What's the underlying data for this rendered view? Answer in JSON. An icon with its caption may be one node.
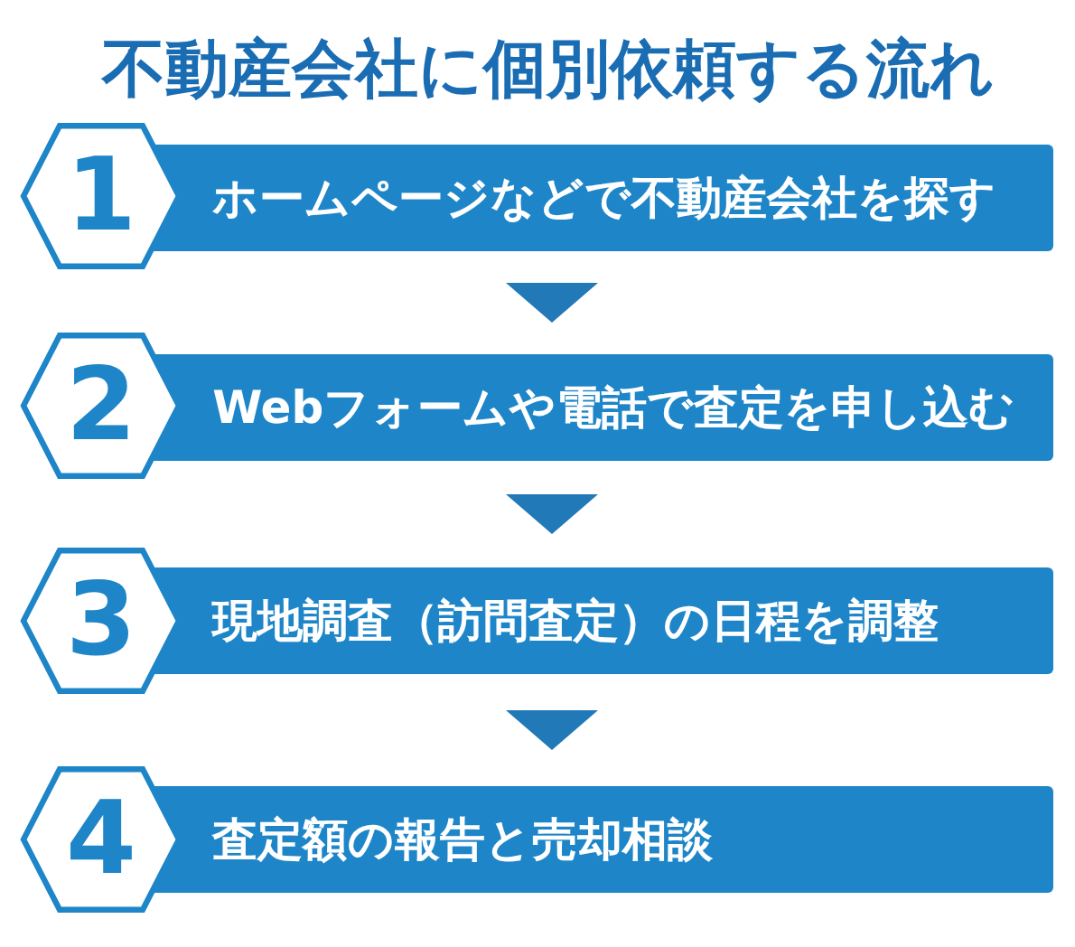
{
  "diagram": {
    "title": "不動産会社に個別依頼する流れ",
    "nodes": [
      {
        "text": [
          "1"
        ]
      },
      {
        "text": [
          "ホームページなどで不動産会社を探す"
        ]
      },
      {
        "text": [
          "2"
        ]
      },
      {
        "text": [
          "Webフォームや電話で査定を申し込む"
        ]
      },
      {
        "text": [
          "3"
        ]
      },
      {
        "text": [
          "現地調査（訪問査定）の日程を調整"
        ]
      },
      {
        "text": [
          "4"
        ]
      },
      {
        "text": [
          "査定額の報告と売却相談"
        ]
      }
    ],
    "edges": [
      {
        "from": 1,
        "to": 3,
        "arrow": "to"
      },
      {
        "from": 3,
        "to": 5,
        "arrow": "to"
      },
      {
        "from": 5,
        "to": 7,
        "arrow": "to"
      }
    ]
  }
}
